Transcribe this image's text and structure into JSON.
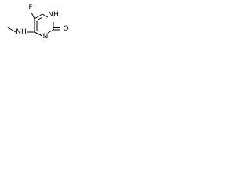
{
  "molecule": {
    "atoms": {
      "fluorine": "F",
      "ring_nitrogen_top": "NH",
      "ring_nitrogen_bottom": "N",
      "carbonyl_oxygen": "O",
      "amine_nitrogen": "NH"
    },
    "colors": {
      "line": "#000000",
      "text": "#000000",
      "background": "#ffffff"
    }
  }
}
